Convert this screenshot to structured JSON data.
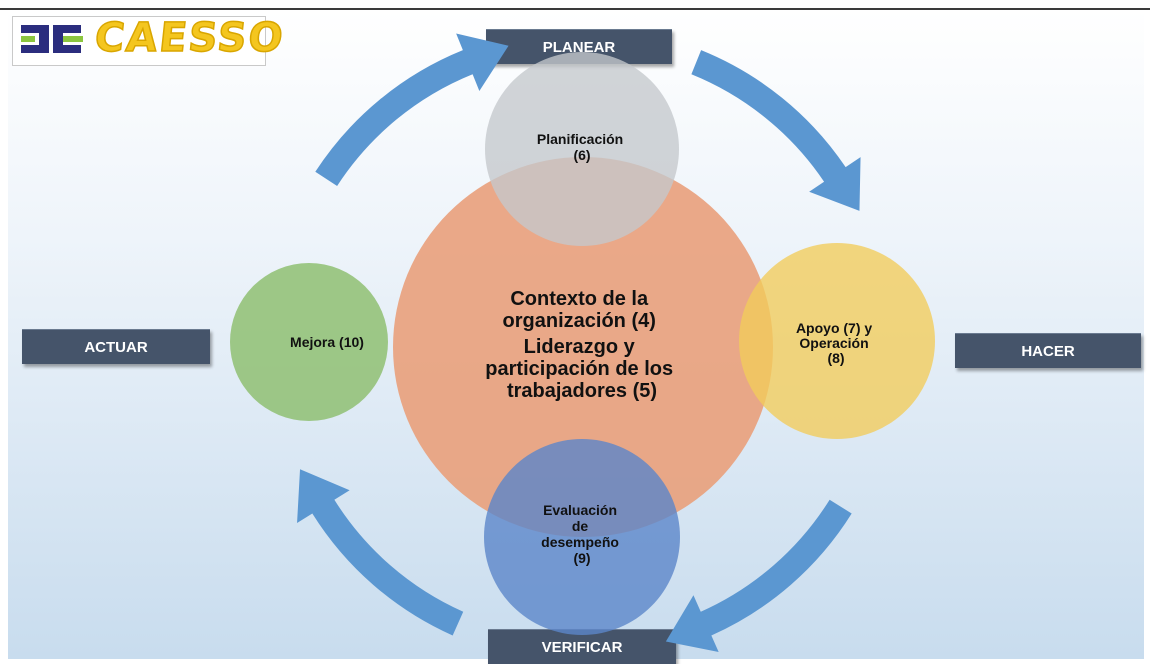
{
  "logo": {
    "text": "CAESSO"
  },
  "phases": {
    "planear": "PLANEAR",
    "hacer": "HACER",
    "verificar": "VERIFICAR",
    "actuar": "ACTUAR"
  },
  "circles": {
    "center": {
      "lines": [
        "Contexto de la",
        "organización (4)",
        "Liderazgo y",
        "participación de los",
        "trabajadores (5)"
      ],
      "color": "#e9a07b"
    },
    "top": {
      "lines": [
        "Planificación",
        "(6)"
      ],
      "color": "#c4c8cc"
    },
    "right": {
      "lines": [
        "Apoyo (7) y",
        "Operación",
        "(8)"
      ],
      "color": "#f2cc5a"
    },
    "bottom": {
      "lines": [
        "Evaluación",
        "de",
        "desempeño",
        "(9)"
      ],
      "color": "#5b86c9"
    },
    "left": {
      "lines": [
        "Mejora (10)"
      ],
      "color": "#8fbf72"
    }
  },
  "arrow_color": "#5b97d1"
}
